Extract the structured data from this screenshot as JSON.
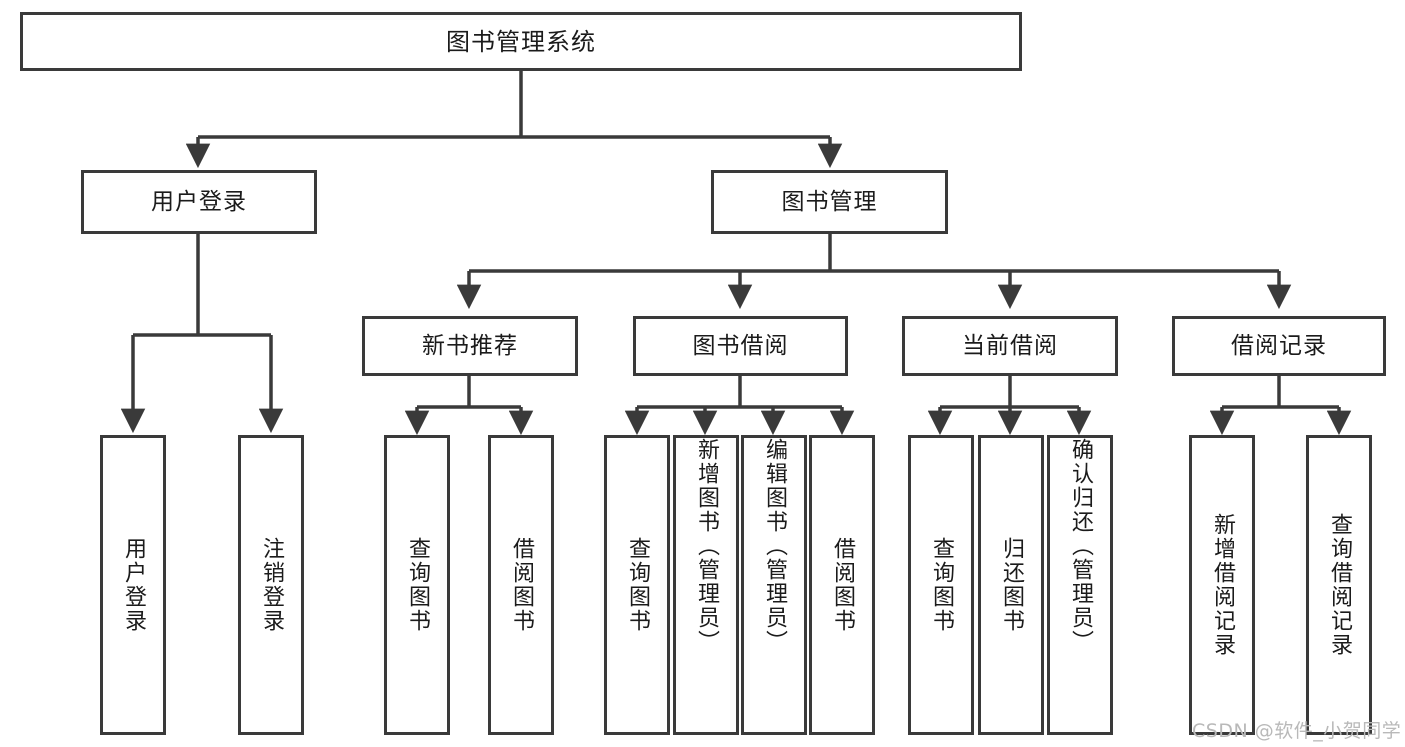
{
  "diagram": {
    "type": "tree-hierarchy",
    "title": "图书管理系统",
    "root": {
      "id": "root",
      "label": "图书管理系统"
    },
    "level2": [
      {
        "id": "user-login",
        "label": "用户登录"
      },
      {
        "id": "book-management",
        "label": "图书管理"
      }
    ],
    "level3": [
      {
        "id": "new-book-recommend",
        "label": "新书推荐",
        "parent": "book-management"
      },
      {
        "id": "book-borrow",
        "label": "图书借阅",
        "parent": "book-management"
      },
      {
        "id": "current-borrow",
        "label": "当前借阅",
        "parent": "book-management"
      },
      {
        "id": "borrow-record",
        "label": "借阅记录",
        "parent": "book-management"
      }
    ],
    "leaves": [
      {
        "id": "leaf-user-login",
        "label": "用户登录",
        "parent": "user-login"
      },
      {
        "id": "leaf-logout-login",
        "label": "注销登录",
        "parent": "user-login"
      },
      {
        "id": "leaf-query-book-1",
        "label": "查询图书",
        "parent": "new-book-recommend"
      },
      {
        "id": "leaf-borrow-book-1",
        "label": "借阅图书",
        "parent": "new-book-recommend"
      },
      {
        "id": "leaf-query-book-2",
        "label": "查询图书",
        "parent": "book-borrow"
      },
      {
        "id": "leaf-add-book",
        "label": "新增图书（管理员）",
        "parent": "book-borrow"
      },
      {
        "id": "leaf-edit-book",
        "label": "编辑图书（管理员）",
        "parent": "book-borrow"
      },
      {
        "id": "leaf-borrow-book-2",
        "label": "借阅图书",
        "parent": "book-borrow"
      },
      {
        "id": "leaf-query-book-3",
        "label": "查询图书",
        "parent": "current-borrow"
      },
      {
        "id": "leaf-return-book",
        "label": "归还图书",
        "parent": "current-borrow"
      },
      {
        "id": "leaf-confirm-return",
        "label": "确认归还（管理员）",
        "parent": "current-borrow"
      },
      {
        "id": "leaf-add-record",
        "label": "新增借阅记录",
        "parent": "borrow-record"
      },
      {
        "id": "leaf-query-record",
        "label": "查询借阅记录",
        "parent": "borrow-record"
      }
    ],
    "watermark": "CSDN @软件_小贺同学",
    "colors": {
      "border": "#3a3a3a",
      "background": "#ffffff",
      "text": "#1b1b1b",
      "connector": "#3a3a3a",
      "watermark": "#b9b9b9"
    }
  }
}
